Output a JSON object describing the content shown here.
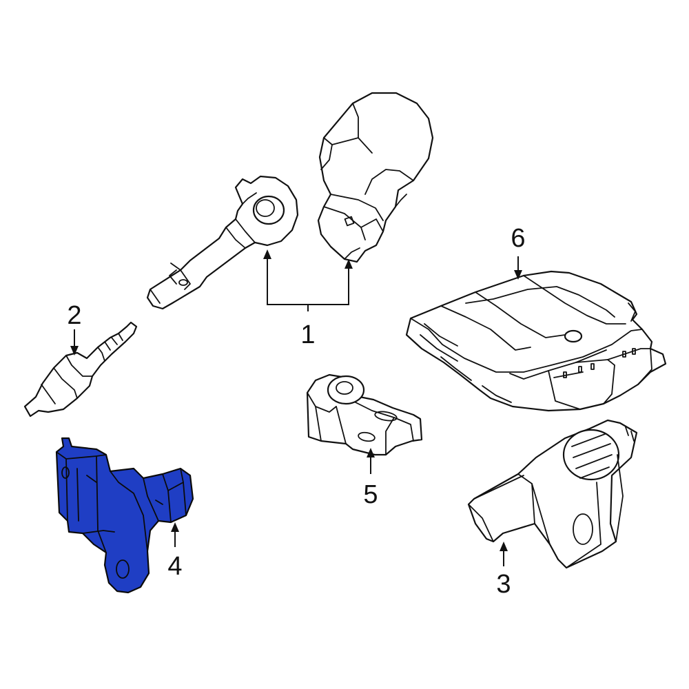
{
  "diagram": {
    "highlight_color": "#1f3ec4",
    "line_color": "#111111",
    "background": "#ffffff",
    "callouts": [
      {
        "id": "1",
        "label": "1",
        "part": "ignition-coil"
      },
      {
        "id": "2",
        "label": "2",
        "part": "spark-plug"
      },
      {
        "id": "3",
        "label": "3",
        "part": "camshaft-position-sensor"
      },
      {
        "id": "4",
        "label": "4",
        "part": "crankshaft-position-sensor",
        "highlighted": true
      },
      {
        "id": "5",
        "label": "5",
        "part": "knock-sensor"
      },
      {
        "id": "6",
        "label": "6",
        "part": "engine-control-module"
      }
    ]
  }
}
